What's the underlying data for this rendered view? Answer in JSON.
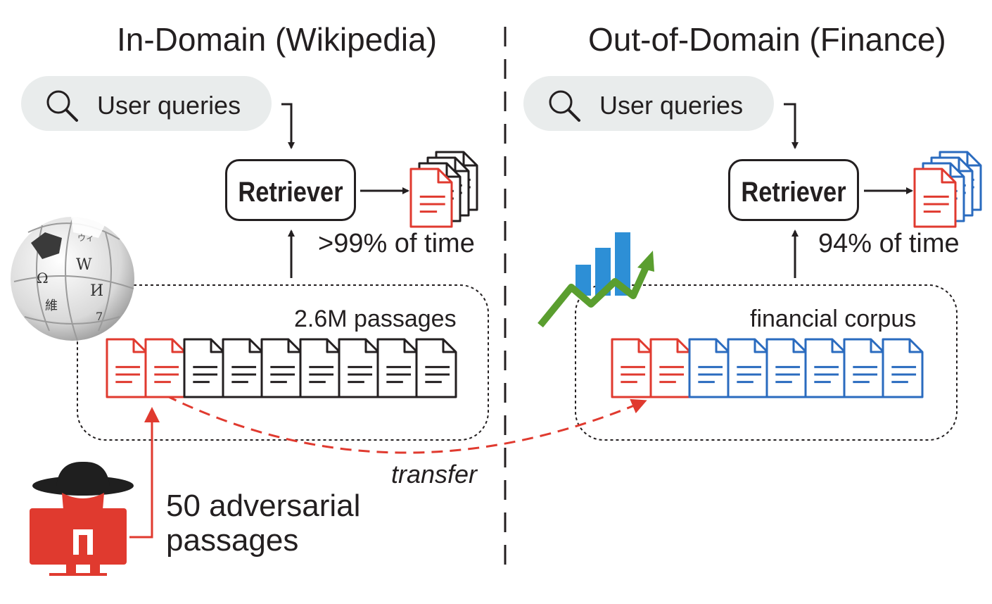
{
  "left_panel": {
    "title": "In-Domain (Wikipedia)",
    "query_label": "User queries",
    "retriever_label": "Retriever",
    "success_rate": ">99% of time",
    "corpus_label": "2.6M passages"
  },
  "right_panel": {
    "title": "Out-of-Domain (Finance)",
    "query_label": "User queries",
    "retriever_label": "Retriever",
    "success_rate": "94% of time",
    "corpus_label": "financial corpus"
  },
  "attacker": {
    "label_line1": "50 adversarial",
    "label_line2": "passages"
  },
  "transfer_label": "transfer",
  "colors": {
    "adversarial": "#e03a2f",
    "in_domain_doc": "#231f20",
    "finance_doc": "#2a6bbf",
    "pill_bg": "#e9ecec"
  },
  "icons": [
    "search-icon",
    "wikipedia-globe-icon",
    "finance-chart-icon",
    "hacker-icon",
    "document-icon"
  ]
}
